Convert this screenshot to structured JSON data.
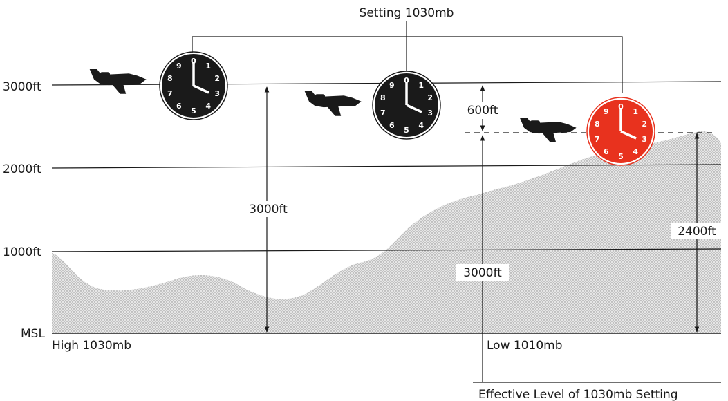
{
  "title": "Setting 1030mb",
  "altitude_labels": {
    "a3000": "3000ft",
    "a2000": "2000ft",
    "a1000": "1000ft",
    "msl": "MSL"
  },
  "pressure": {
    "high": "High 1030mb",
    "low": "Low 1010mb"
  },
  "measurements": {
    "left_height": "3000ft",
    "mid_height": "3000ft",
    "error": "600ft",
    "right_height": "2400ft"
  },
  "footer": "Effective Level of 1030mb Setting",
  "dial_numbers": [
    "0",
    "1",
    "2",
    "3",
    "4",
    "5",
    "6",
    "7",
    "8",
    "9"
  ],
  "colors": {
    "ink": "#1a1a1a",
    "terrain": "#d6d6d6",
    "alert": "#e8321e"
  },
  "icons": {
    "aircraft": "aircraft-icon",
    "altimeter": "altimeter-icon"
  }
}
